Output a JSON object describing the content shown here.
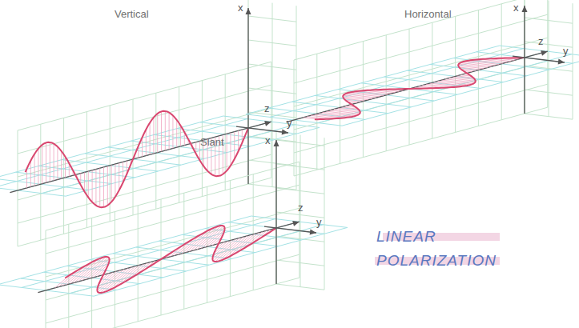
{
  "diagram": {
    "title": "LINEAR POLARIZATION",
    "labels": [
      "Vertical",
      "x",
      "z",
      "y",
      "Horizontal",
      "x",
      "z",
      "y",
      "Slant",
      "x",
      "z",
      "y"
    ]
  }
}
